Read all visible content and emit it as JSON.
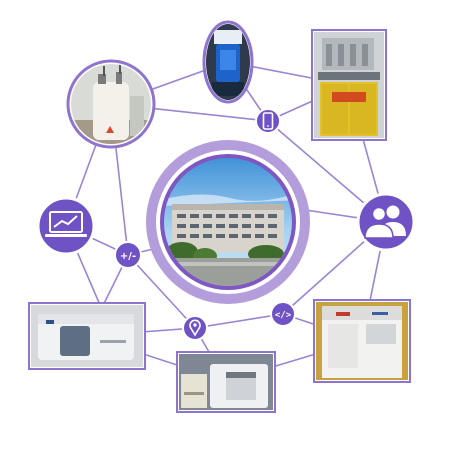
{
  "colors": {
    "line": "#9b84d1",
    "ring_outer": "#b39ddb",
    "ring_inner": "#7e57c2",
    "node_fill": "#6f52c4",
    "node_icon": "#ffffff",
    "photo_frame": "#8e74cc"
  },
  "center": {
    "photo": "campus-building-photo"
  },
  "photos": [
    {
      "name": "photo-nmr-spectrometer"
    },
    {
      "name": "photo-glass-reactor-blue"
    },
    {
      "name": "photo-lab-apparatus-yellow-cabinet"
    },
    {
      "name": "photo-ftir-spectrometer"
    },
    {
      "name": "photo-uv-vis-instrument"
    },
    {
      "name": "photo-analyzer-cabinet"
    }
  ],
  "badges": [
    {
      "name": "laptop-chart-icon"
    },
    {
      "name": "users-icon"
    },
    {
      "name": "smartphone-icon"
    },
    {
      "name": "plus-minus-icon"
    },
    {
      "name": "location-pin-icon"
    },
    {
      "name": "code-icon"
    }
  ],
  "plus_minus_label": "+/-",
  "code_label": "</>"
}
